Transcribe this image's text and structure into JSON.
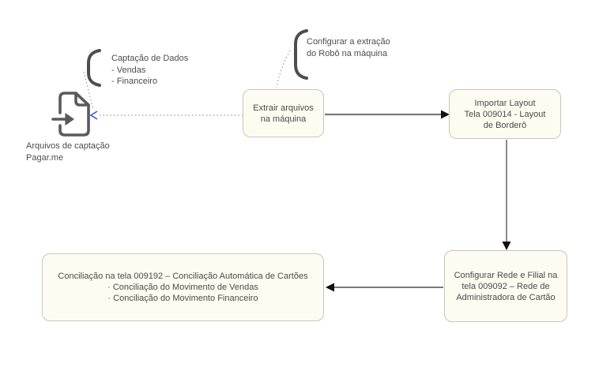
{
  "source_file": {
    "icon": "file-import-icon",
    "label_line1": "Arquivos de captação",
    "label_line2": "Pagar.me"
  },
  "annotations": {
    "captacao": {
      "line1": "Captação de Dados",
      "line2": "- Vendas",
      "line3": "- Financeiro"
    },
    "robo": {
      "line1": "Configurar a extração",
      "line2": "do Robô na máquina"
    }
  },
  "nodes": {
    "extrair": {
      "line1": "Extrair arquivos",
      "line2": "na máquina"
    },
    "importar": {
      "line1": "Importar Layout",
      "line2": "Tela 009014 - Layout",
      "line3": "de Borderô"
    },
    "configurar_rede": {
      "line1": "Configurar Rede e Filial na",
      "line2": "tela 009092 – Rede de",
      "line3": "Administradora de Cartão"
    },
    "conciliacao": {
      "line1": "Conciliação na tela 009192 – Conciliação Automática de Cartões",
      "line2": "· Conciliação do Movimento de Vendas",
      "line3": "· Conciliação do Movimento Financeiro"
    }
  },
  "colors": {
    "node_fill": "#fdfcf0",
    "node_border": "#c8c7bc",
    "text": "#4d4d4d",
    "solid_connector": "#7a7a7a",
    "arrowhead": "#111111",
    "dotted_connector": "#9a9a9a",
    "blue_arrowhead": "#3c4ce0",
    "brace": "#4e4e4e",
    "icon_stroke": "#5a5a5a"
  }
}
